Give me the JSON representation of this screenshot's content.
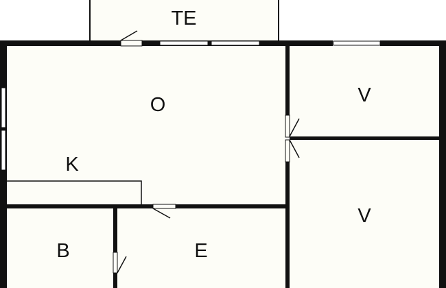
{
  "colors": {
    "wall": "#111111",
    "floor": "#fdfdf7",
    "background": "#ffffff"
  },
  "rooms": {
    "terrace": {
      "label": "TE"
    },
    "living": {
      "label": "O"
    },
    "kitchen": {
      "label": "K"
    },
    "bedroom_top": {
      "label": "V"
    },
    "bedroom_bottom": {
      "label": "V"
    },
    "bathroom": {
      "label": "B"
    },
    "entry": {
      "label": "E"
    }
  }
}
